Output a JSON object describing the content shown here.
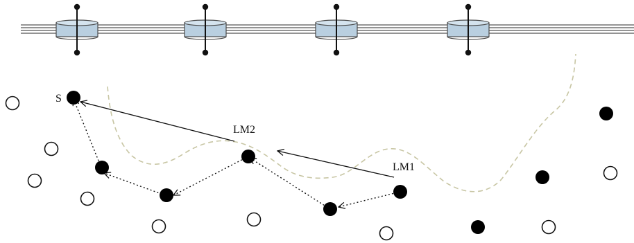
{
  "labels": {
    "source": "S",
    "landmark_2": "LM2",
    "landmark_1": "LM1"
  },
  "colors": {
    "rail": "#555555",
    "insulator_fill": "#b9cfe0",
    "insulator_stroke": "#4a4a4a",
    "node_filled": "#000000",
    "node_empty": "#ffffff",
    "boundary": "#c8c6a4",
    "arrow": "#111111"
  },
  "legend": {
    "rail_icon": "rail-line-icon",
    "insulator_icon": "insulator-icon",
    "filled_node_icon": "filled-node-icon",
    "empty_node_icon": "empty-node-icon"
  }
}
